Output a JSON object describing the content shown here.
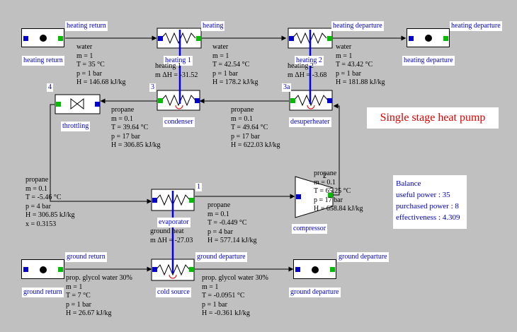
{
  "title": "Single stage heat pump",
  "balance": {
    "heading": "Balance",
    "useful_power": "useful power : 35",
    "purchased_power": "purchased power : 8",
    "effectiveness": "effectiveness : 4.309"
  },
  "components": {
    "heating_return_top": "heating return",
    "heating_return_bottom": "heating return",
    "heating_top": "heating",
    "heating1": "heating 1",
    "heating_departure_top": "heating departure",
    "heating2": "heating 2",
    "heating_departure_right_top": "heating departure",
    "heating_departure_right_bottom": "heating departure",
    "condenser": "condenser",
    "desuperheater": "desuperheater",
    "throttling": "throttling",
    "evaporator": "evaporator",
    "compressor": "compressor",
    "ground_return_top": "ground return",
    "ground_return_bottom": "ground return",
    "ground_departure_top": "ground departure",
    "cold_source": "cold source",
    "ground_departure_right_top": "ground departure",
    "ground_departure_right_bottom": "ground departure"
  },
  "numbers": {
    "n1": "1",
    "n2": "2",
    "n3": "3",
    "n3a": "3a",
    "n4": "4"
  },
  "heat_exchanges": {
    "heating1": "heating 1\nm ΔH = -31.52",
    "heating2": "heating 2\nm ΔH = -3.68",
    "ground": "ground heat\nm ΔH = -27.03"
  },
  "streams": {
    "water1": "water\nm = 1\nT = 35 °C\np = 1 bar\nH = 146.68 kJ/kg",
    "water2": "water\nm = 1\nT = 42.54 °C\np = 1 bar\nH = 178.2 kJ/kg",
    "water3": "water\nm = 1\nT = 43.42 °C\np = 1 bar\nH = 181.88 kJ/kg",
    "propane_cond": "propane\nm = 0.1\nT = 39.64 °C\np = 17 bar\nH = 306.85 kJ/kg",
    "propane_desup": "propane\nm = 0.1\nT = 49.64 °C\np = 17 bar\nH = 622.03 kJ/kg",
    "propane_comp": "propane\nm = 0.1\nT = 65.25 °C\np = 17 bar\nH = 658.84 kJ/kg",
    "propane_throt": "propane\nm = 0.1\nT = -5.46 °C\np = 4 bar\nH = 306.85 kJ/kg\nx = 0.3153",
    "propane_evap": "propane\nm = 0.1\nT = -0.449 °C\np = 4 bar\nH = 577.14 kJ/kg",
    "glycol1": "prop. glycol water 30%\nm = 1\nT = 7 °C\np = 1 bar\nH = 26.67 kJ/kg",
    "glycol2": "prop. glycol water 30%\nm = 1\nT = -0.0951 °C\np = 1 bar\nH = -0.361 kJ/kg"
  },
  "colors": {
    "background": "#c0c0c0",
    "label_text": "#0000cc",
    "title_text": "#dd0000",
    "heat_link": "#0000ee",
    "pin_out": "#00bb00",
    "pin_in": "#0000cc"
  }
}
